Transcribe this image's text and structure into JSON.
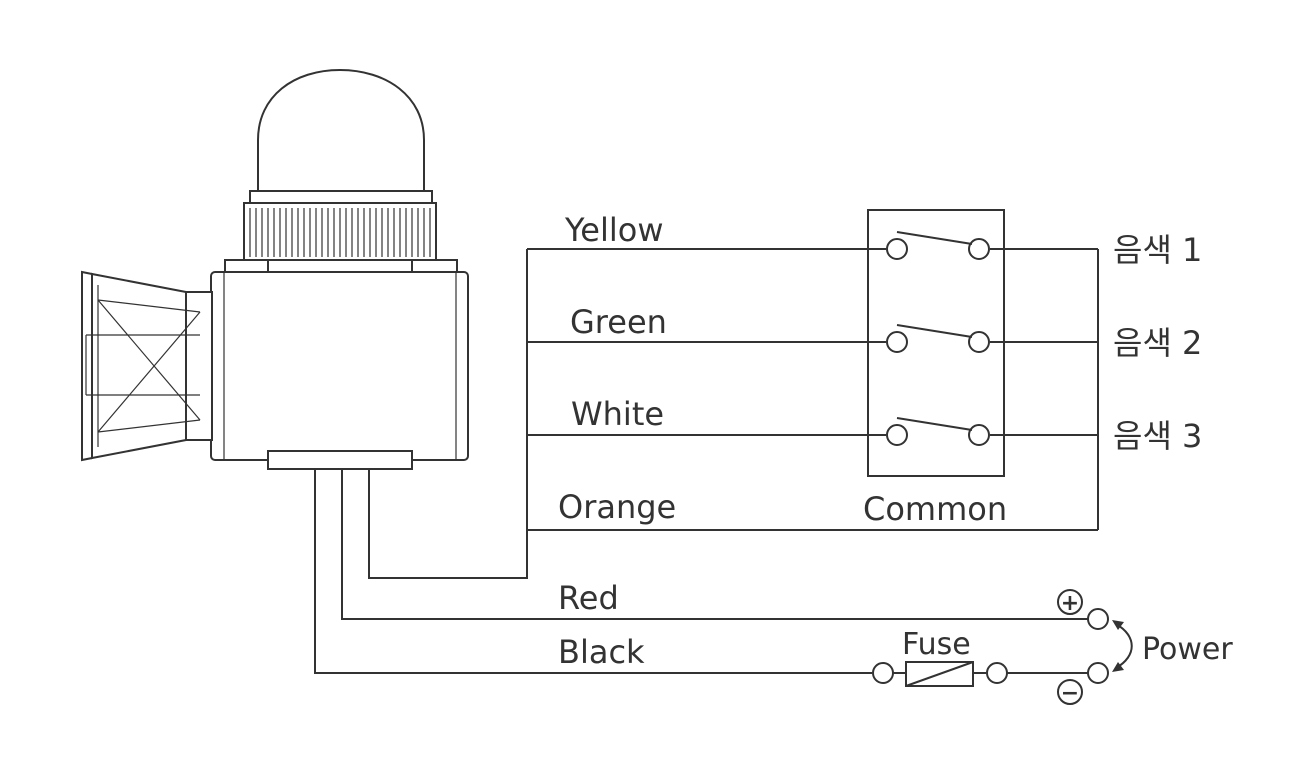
{
  "wires": {
    "yellow": "Yellow",
    "green": "Green",
    "white": "White",
    "orange": "Orange",
    "red": "Red",
    "black": "Black"
  },
  "outputs": {
    "tone1": "음색 1",
    "tone2": "음색 2",
    "tone3": "음색 3"
  },
  "switch_box": {
    "label": "Common"
  },
  "fuse": {
    "label": "Fuse"
  },
  "power": {
    "label": "Power",
    "plus": "+",
    "minus": "−"
  },
  "colors": {
    "line": "#333333",
    "background": "#ffffff"
  }
}
